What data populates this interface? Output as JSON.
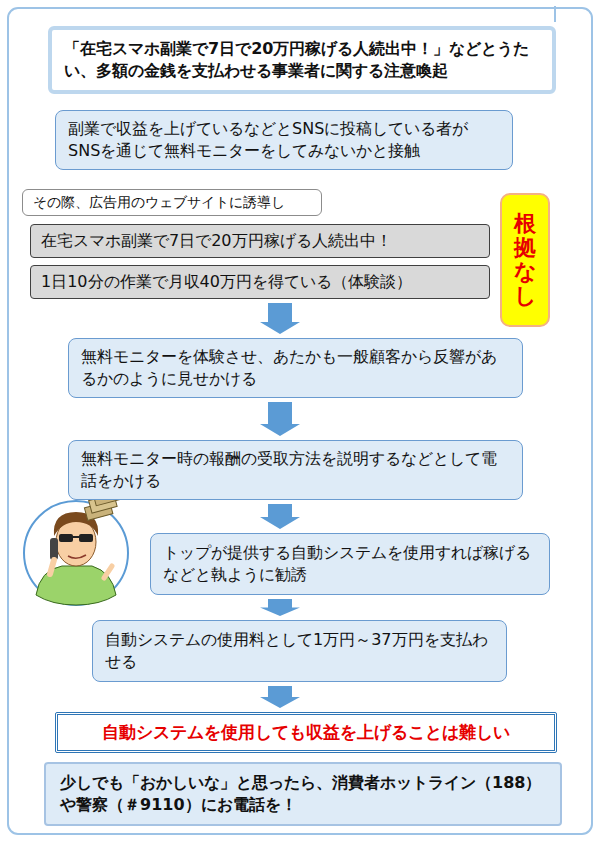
{
  "diagram": {
    "nodes": [
      {
        "text": [
          "「在宅スマホ副業で7日で20万円稼げる人続出中！」などとうたい、多額の金銭を支払わせる事業者に関する注意喚起"
        ]
      },
      {
        "text": [
          "副業で収益を上げているなどとSNSに投稿している者がSNSを通じて無料モニターをしてみないかと接触"
        ]
      },
      {
        "text": [
          "その際、広告用のウェブサイトに誘導し"
        ]
      },
      {
        "text": [
          "在宅スマホ副業で7日で20万円稼げる人続出中！"
        ]
      },
      {
        "text": [
          "1日10分の作業で月収40万円を得ている（体験談）"
        ]
      },
      {
        "text": [
          "根拠なし"
        ]
      },
      {
        "text": [
          "無料モニターを体験させ、あたかも一般顧客から反響があるかのように見せかける"
        ]
      },
      {
        "text": [
          "無料モニター時の報酬の受取方法を説明するなどとして電話をかける"
        ]
      },
      {
        "text": [
          "トップが提供する自動システムを使用すれば稼げるなどと執ように勧誘"
        ]
      },
      {
        "text": [
          "自動システムの使用料として1万円～37万円を支払わせる"
        ]
      },
      {
        "text": [
          "自動システムを使用しても収益を上げることは難しい"
        ]
      },
      {
        "text": [
          "少しでも「おかしいな」と思ったら、消費者ホットライン（188）や警察（＃9110）にお電話を！"
        ]
      }
    ],
    "edges": [
      {
        "from": 4,
        "to": 6,
        "arrow": "to"
      },
      {
        "from": 6,
        "to": 7,
        "arrow": "to"
      },
      {
        "from": 7,
        "to": 8,
        "arrow": "to"
      },
      {
        "from": 8,
        "to": 9,
        "arrow": "to"
      },
      {
        "from": 9,
        "to": 10,
        "arrow": "to"
      }
    ]
  }
}
